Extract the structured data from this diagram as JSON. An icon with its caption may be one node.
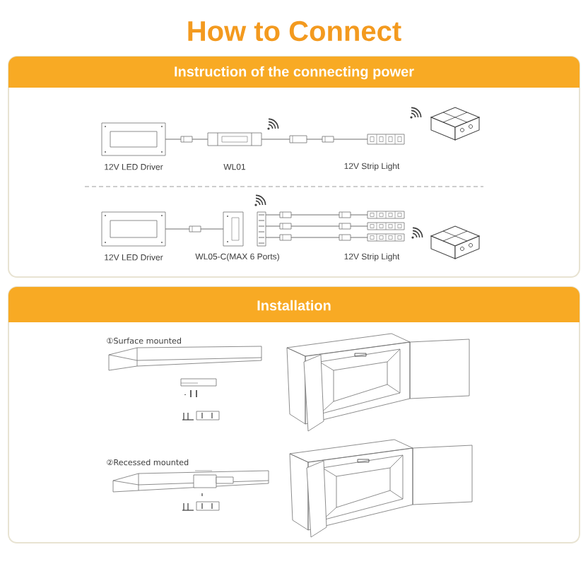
{
  "diagram": {
    "title": "How to Connect",
    "nodes": [
      {
        "text": [
          "Instruction of the connecting power"
        ]
      },
      {
        "text": [],
        "shape": "picture",
        "beside": [
          "12V LED Driver"
        ],
        "in": 0
      },
      {
        "text": [],
        "shape": "picture",
        "beside": [
          "WL01"
        ],
        "in": 0
      },
      {
        "text": [],
        "shape": "picture",
        "beside": [
          "12V Strip Light"
        ],
        "in": 0
      },
      {
        "text": [],
        "shape": "picture",
        "beside": [
          "12V LED Driver"
        ],
        "in": 0
      },
      {
        "text": [],
        "shape": "picture",
        "beside": [
          "WL05-C(MAX 6 Ports)"
        ],
        "in": 0
      },
      {
        "text": [],
        "shape": "picture",
        "in": 0
      },
      {
        "text": [],
        "shape": "picture",
        "in": 0
      },
      {
        "text": [],
        "shape": "picture",
        "beside": [
          "12V Strip Light"
        ],
        "in": 0
      },
      {
        "text": [
          "Installation"
        ]
      }
    ],
    "edges": [
      {
        "from": 1,
        "to": 2,
        "arrow": "none"
      },
      {
        "from": 2,
        "to": 3,
        "arrow": "none"
      },
      {
        "from": 4,
        "to": 5,
        "arrow": "none"
      },
      {
        "from": 5,
        "to": 6,
        "arrow": "none"
      },
      {
        "from": 5,
        "to": 7,
        "arrow": "none"
      },
      {
        "from": 5,
        "to": 8,
        "arrow": "none"
      }
    ],
    "labels": [
      "①Surface mounted",
      "②Recessed mounted"
    ]
  }
}
